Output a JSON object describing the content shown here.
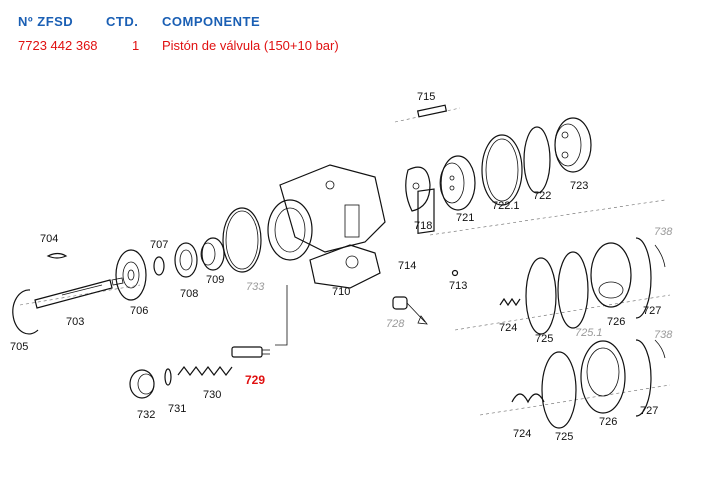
{
  "header": {
    "col_number": "Nº ZFSD",
    "col_qty": "CTD.",
    "col_component": "COMPONENTE",
    "accent_color": "#1a5fb4",
    "highlight_color": "#e01010"
  },
  "row": {
    "number": "7723 442 368",
    "qty": "1",
    "component": "Pistón de válvula (150+10 bar)"
  },
  "labels": [
    {
      "id": "715",
      "text": "715"
    },
    {
      "id": "722.1",
      "text": "722.1"
    },
    {
      "id": "722",
      "text": "722"
    },
    {
      "id": "723",
      "text": "723"
    },
    {
      "id": "721",
      "text": "721"
    },
    {
      "id": "718",
      "text": "718"
    },
    {
      "id": "704",
      "text": "704"
    },
    {
      "id": "707",
      "text": "707"
    },
    {
      "id": "708",
      "text": "708"
    },
    {
      "id": "709",
      "text": "709"
    },
    {
      "id": "733",
      "text": "733"
    },
    {
      "id": "710",
      "text": "710"
    },
    {
      "id": "714",
      "text": "714"
    },
    {
      "id": "713",
      "text": "713"
    },
    {
      "id": "728",
      "text": "728"
    },
    {
      "id": "703",
      "text": "703"
    },
    {
      "id": "706",
      "text": "706"
    },
    {
      "id": "705",
      "text": "705"
    },
    {
      "id": "732",
      "text": "732"
    },
    {
      "id": "731",
      "text": "731"
    },
    {
      "id": "730",
      "text": "730"
    },
    {
      "id": "729",
      "text": "729"
    },
    {
      "id": "724a",
      "text": "724"
    },
    {
      "id": "725a",
      "text": "725"
    },
    {
      "id": "725.1",
      "text": "725.1"
    },
    {
      "id": "726a",
      "text": "726"
    },
    {
      "id": "727a",
      "text": "727"
    },
    {
      "id": "738a",
      "text": "738"
    },
    {
      "id": "724b",
      "text": "724"
    },
    {
      "id": "725b",
      "text": "725"
    },
    {
      "id": "726b",
      "text": "726"
    },
    {
      "id": "727b",
      "text": "727"
    },
    {
      "id": "738b",
      "text": "738"
    }
  ]
}
